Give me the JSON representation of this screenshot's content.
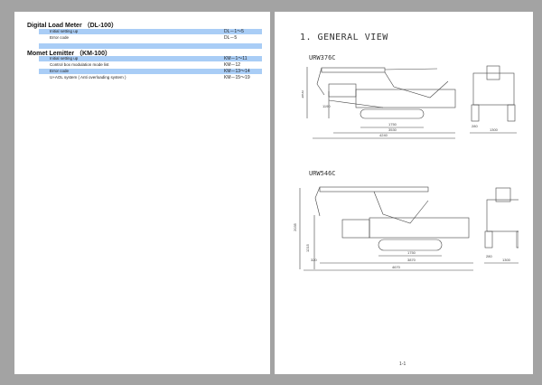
{
  "left_page": {
    "sections": [
      {
        "title": "Digital Load Meter （DL-100）",
        "rows": [
          {
            "label": "Initial setting up",
            "ref": "DL－1～5",
            "highlight": true
          },
          {
            "label": "Error code",
            "ref": "DL－5",
            "highlight": false
          },
          {
            "label": "",
            "ref": "",
            "highlight": true
          }
        ]
      },
      {
        "title": "Momet Lemitter （KM-100）",
        "rows": [
          {
            "label": "Initial setting up",
            "ref": "KM－1～11",
            "highlight": true
          },
          {
            "label": "Control box modulation mode list",
            "ref": "KM－12",
            "highlight": false
          },
          {
            "label": "Error code",
            "ref": "KM－13～14",
            "highlight": true
          },
          {
            "label": "U+AOL system ( Anti overloading system )",
            "ref": "KM－15～19",
            "highlight": false
          }
        ]
      }
    ]
  },
  "right_page": {
    "heading": "1. GENERAL VIEW",
    "models": [
      {
        "name": "URW376C",
        "dims": {
          "height": "1800",
          "sub_height": "1190",
          "track": "1750",
          "mid": "3530",
          "total": "4240",
          "side_small": "280",
          "width": "1300"
        }
      },
      {
        "name": "URW546C",
        "dims": {
          "height": "2035",
          "sub_height": "1215",
          "offset": "320",
          "track": "1750",
          "mid": "3870",
          "total": "4670",
          "side_small": "280",
          "width": "1300"
        }
      }
    ],
    "page_number": "1-1"
  }
}
